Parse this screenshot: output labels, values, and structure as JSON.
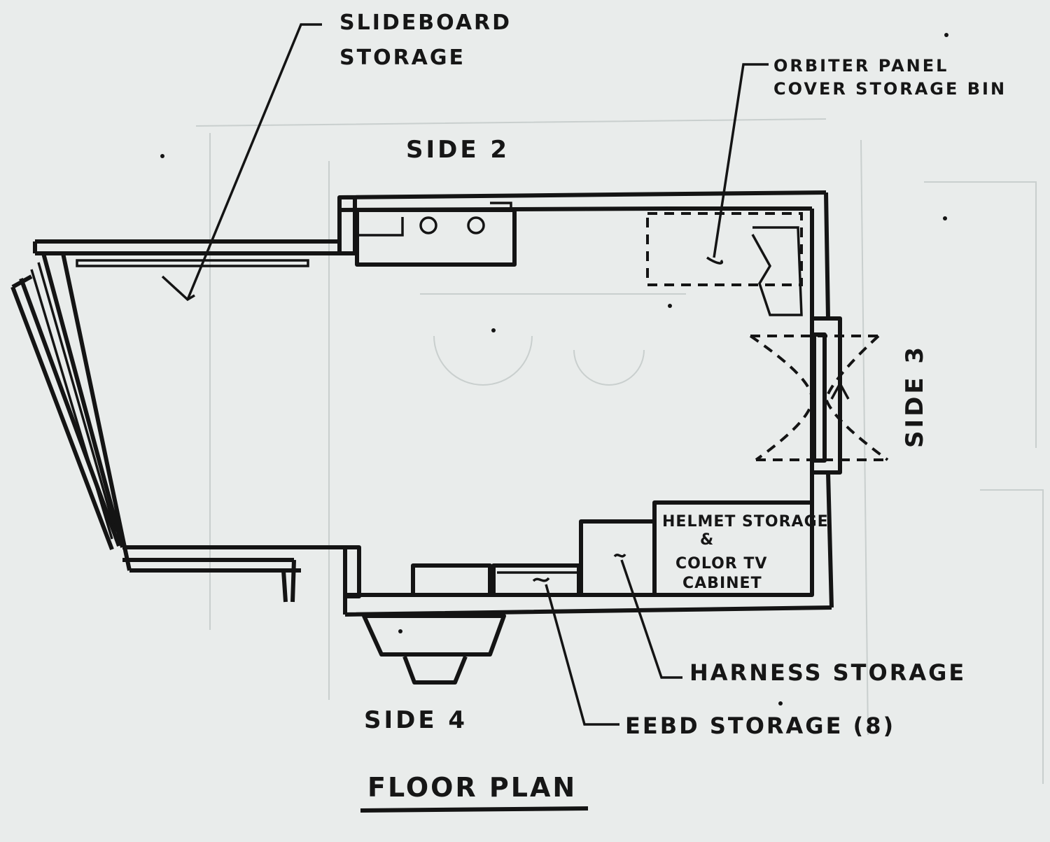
{
  "title": "FLOOR PLAN",
  "sides": {
    "side2": "SIDE 2",
    "side3": "SIDE 3",
    "side4": "SIDE 4"
  },
  "labels": {
    "slideboard_line1": "SLIDEBOARD",
    "slideboard_line2": "STORAGE",
    "orbiter_line1": "ORBITER PANEL",
    "orbiter_line2": "COVER STORAGE BIN",
    "helmet_line1": "HELMET STORAGE",
    "helmet_amp": "&",
    "helmet_line2": "COLOR TV",
    "helmet_line3": "CABINET",
    "harness": "HARNESS STORAGE",
    "eebd": "EEBD STORAGE (8)"
  },
  "colors": {
    "ink": "#141414",
    "paper": "#e9eceb"
  }
}
